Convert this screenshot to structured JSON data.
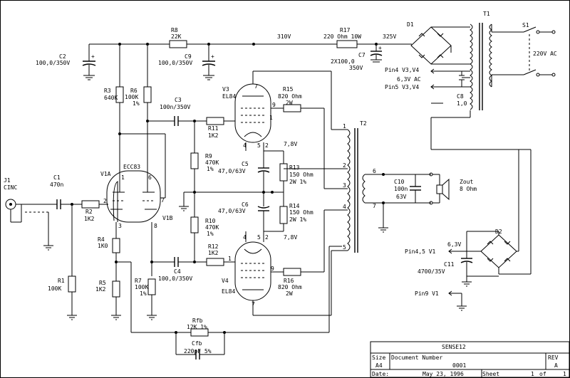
{
  "labels": {
    "r8": "R8",
    "r8v": "22K",
    "v310": "310V",
    "r17": "R17",
    "r17v": "220 Ohm 10W",
    "v325": "325V",
    "d1": "D1",
    "t1": "T1",
    "s1": "S1",
    "v220ac": "220V AC",
    "c2": "C2",
    "c2v": "100,0/350V",
    "c9": "C9",
    "c9v": "100,0/350V",
    "c7": "C7",
    "c7v": "2X100,0",
    "c7v2": "350V",
    "pin4v34": "Pin4 V3,V4",
    "v63ac": "6,3V AC",
    "pin5v34": "Pin5 V3,V4",
    "c8": "C8",
    "c8v": "1,0",
    "r3": "R3",
    "r3v": "640K",
    "r6": "R6",
    "r6v": "100K",
    "r6t": "1%",
    "c3": "C3",
    "c3v": "100n/350V",
    "v3": "V3",
    "v3t": "EL84",
    "r15": "R15",
    "r15v": "820 Ohm",
    "r15p": "2W",
    "r11": "R11",
    "r11v": "1K2",
    "t2": "T2",
    "v78a": "7,8V",
    "ecc83": "ECC83",
    "r9": "R9",
    "r9v": "470K",
    "r9t": "1%",
    "c5": "C5",
    "c5v": "47,0/63V",
    "r13": "R13",
    "r13v": "150 Ohm",
    "r13p": "2W 1%",
    "c10": "C10",
    "c10v": "100n",
    "c10v2": "63V",
    "zout": "Zout",
    "zoutv": "8 Ohm",
    "j1": "J1",
    "j1t": "CINC",
    "c1": "C1",
    "c1v": "470n",
    "v1a": "V1A",
    "r2": "R2",
    "r2v": "1K2",
    "c6": "C6",
    "c6v": "47,0/63V",
    "r14": "R14",
    "r14v": "150 Ohm",
    "r14p": "2W 1%",
    "r10": "R10",
    "r10v": "470K",
    "r10t": "1%",
    "v1b": "V1B",
    "v78b": "7,8V",
    "d2": "D2",
    "r4": "R4",
    "r4v": "1K0",
    "r12": "R12",
    "r12v": "1K2",
    "v63": "6,3V",
    "pin45v1": "Pin4,5 V1",
    "c4": "C4",
    "c4v": "100,0/350V",
    "v4": "V4",
    "v4t": "EL84",
    "c11": "C11",
    "c11v": "4700/35V",
    "r1": "R1",
    "r1v": "100K",
    "r5": "R5",
    "r5v": "1K2",
    "r7": "R7",
    "r7v": "100K",
    "r7t": "1%",
    "r16": "R16",
    "r16v": "820 Ohm",
    "r16p": "2W",
    "pin9v1": "Pin9 V1",
    "rfb": "Rfb",
    "rfbv": "12K 1%",
    "cfb": "Cfb",
    "cfbv": "220pF 5%"
  },
  "pins": {
    "v3_1": "1",
    "v3_9": "9",
    "v3_4": "4",
    "v3_5": "5",
    "v3_2": "2",
    "v3_7": "7",
    "v4_1": "1",
    "v4_9": "9",
    "v4_4": "4",
    "v4_5": "5",
    "v4_2": "2",
    "v4_7": "7",
    "v1_1": "1",
    "v1_2": "2",
    "v1_3": "3",
    "v1_6": "6",
    "v1_7": "7",
    "v1_8": "8",
    "t2_1": "1",
    "t2_2": "2",
    "t2_3": "3",
    "t2_4": "4",
    "t2_5": "5",
    "t2_6": "6",
    "t2_7": "7"
  },
  "titleblock": {
    "title": "SENSE12",
    "size_label": "Size",
    "size": "A4",
    "docnum_label": "Document Number",
    "docnum": "0001",
    "rev_label": "REV",
    "rev": "A",
    "date_label": "Date:",
    "date": "May 23, 1996",
    "sheet_label": "Sheet",
    "sheet": "1",
    "of_label": "of",
    "of": "1"
  }
}
